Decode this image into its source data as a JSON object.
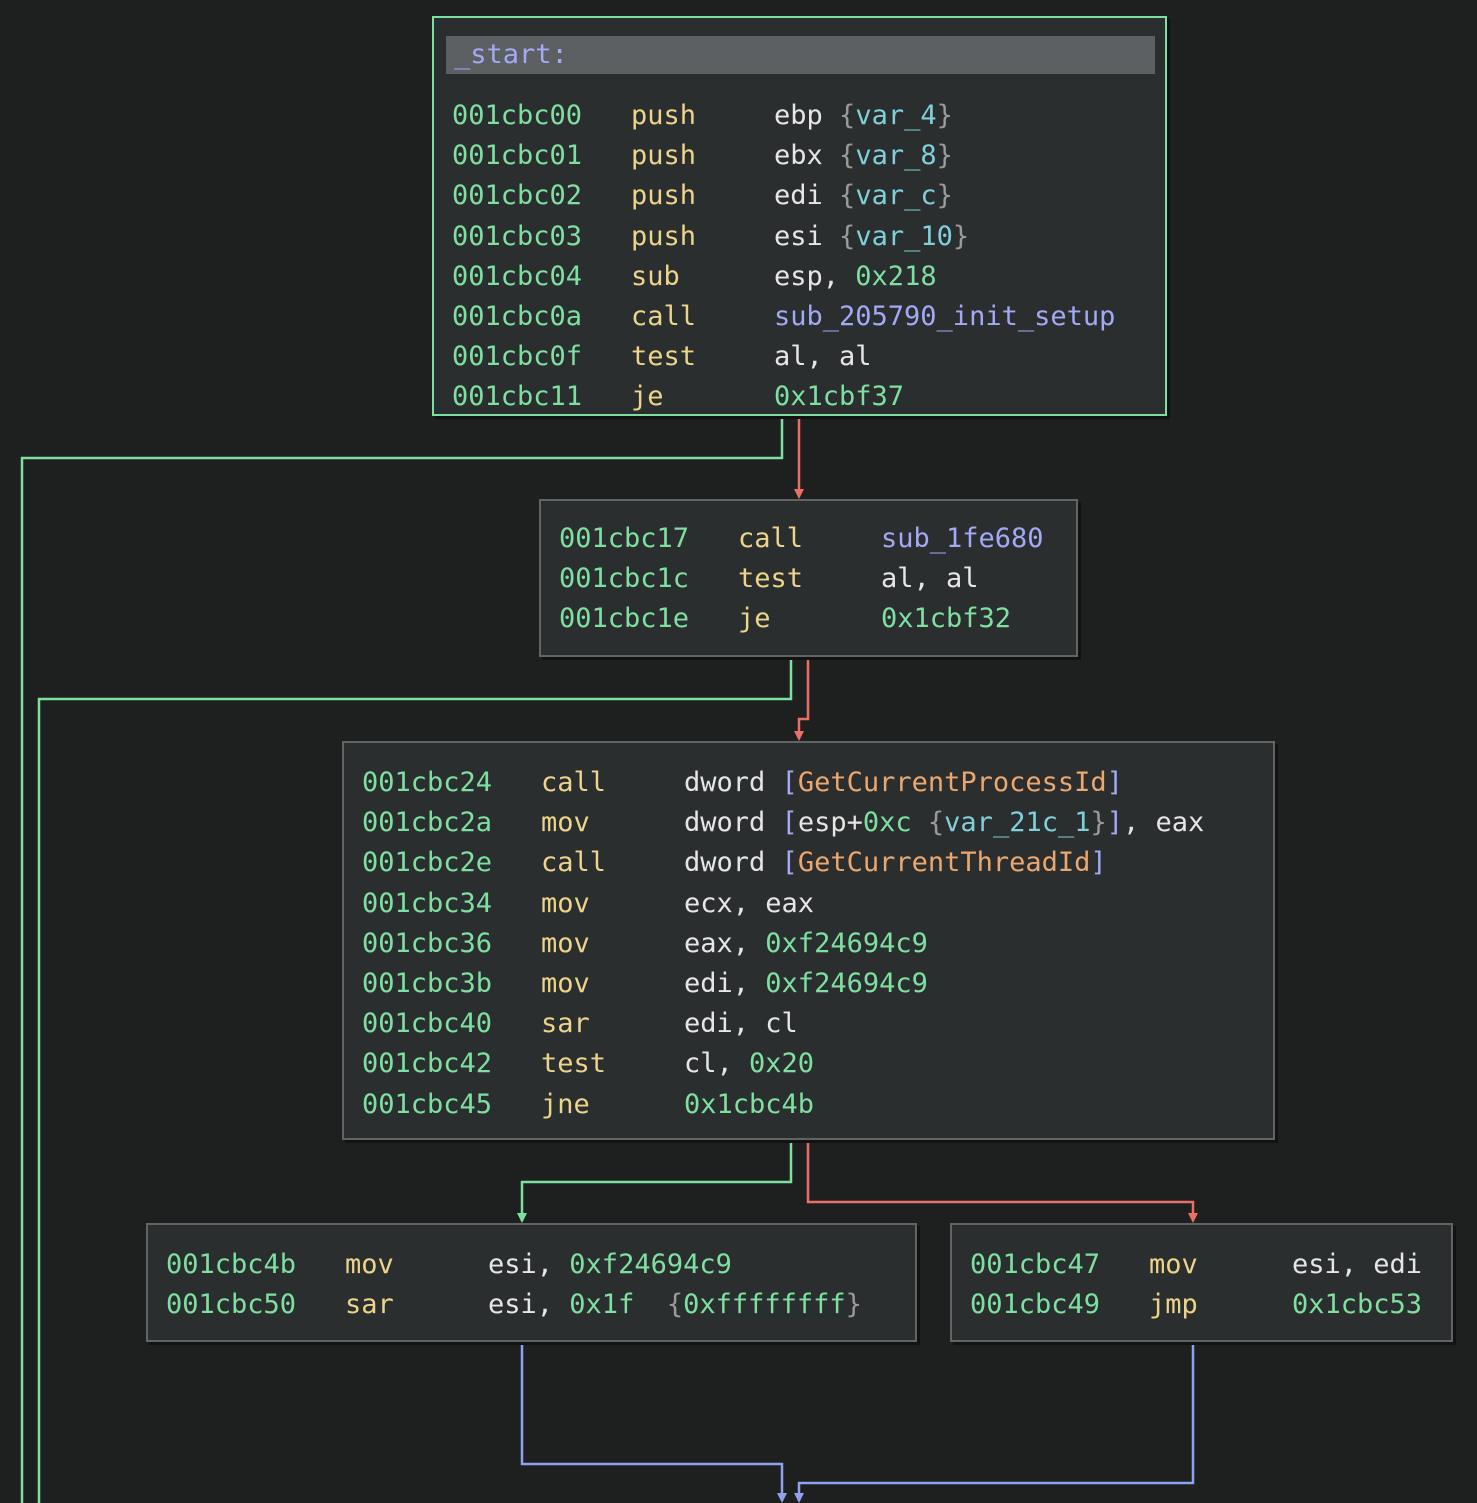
{
  "colors": {
    "background": "#1e1f1f",
    "block_fill": "#2b2e2f",
    "block_border": "#616465",
    "entry_border": "#7ee0a0",
    "address": "#7ee0a0",
    "mnemonic": "#ecd48a",
    "register": "#e6e6e6",
    "number": "#7ee0a0",
    "variable": "#7fd0d8",
    "symbol": "#a2a9f5",
    "import": "#eaa86e",
    "edge_true": "#7ee0a0",
    "edge_false": "#ea6f66",
    "edge_unconditional": "#8ea2f0"
  },
  "blocks": [
    {
      "id": "b0",
      "label": "_start:",
      "lines": [
        {
          "addr": "001cbc00",
          "mnemonic": "push",
          "tokens": [
            {
              "t": "reg",
              "v": "ebp"
            },
            {
              "t": "punc",
              "v": " "
            },
            {
              "t": "brace",
              "v": "{"
            },
            {
              "t": "var",
              "v": "var_4"
            },
            {
              "t": "brace",
              "v": "}"
            }
          ]
        },
        {
          "addr": "001cbc01",
          "mnemonic": "push",
          "tokens": [
            {
              "t": "reg",
              "v": "ebx"
            },
            {
              "t": "punc",
              "v": " "
            },
            {
              "t": "brace",
              "v": "{"
            },
            {
              "t": "var",
              "v": "var_8"
            },
            {
              "t": "brace",
              "v": "}"
            }
          ]
        },
        {
          "addr": "001cbc02",
          "mnemonic": "push",
          "tokens": [
            {
              "t": "reg",
              "v": "edi"
            },
            {
              "t": "punc",
              "v": " "
            },
            {
              "t": "brace",
              "v": "{"
            },
            {
              "t": "var",
              "v": "var_c"
            },
            {
              "t": "brace",
              "v": "}"
            }
          ]
        },
        {
          "addr": "001cbc03",
          "mnemonic": "push",
          "tokens": [
            {
              "t": "reg",
              "v": "esi"
            },
            {
              "t": "punc",
              "v": " "
            },
            {
              "t": "brace",
              "v": "{"
            },
            {
              "t": "var",
              "v": "var_10"
            },
            {
              "t": "brace",
              "v": "}"
            }
          ]
        },
        {
          "addr": "001cbc04",
          "mnemonic": "sub",
          "tokens": [
            {
              "t": "reg",
              "v": "esp"
            },
            {
              "t": "punc",
              "v": ", "
            },
            {
              "t": "num",
              "v": "0x218"
            }
          ]
        },
        {
          "addr": "001cbc0a",
          "mnemonic": "call",
          "tokens": [
            {
              "t": "sym",
              "v": "sub_205790_init_setup"
            }
          ]
        },
        {
          "addr": "001cbc0f",
          "mnemonic": "test",
          "tokens": [
            {
              "t": "reg",
              "v": "al"
            },
            {
              "t": "punc",
              "v": ", "
            },
            {
              "t": "reg",
              "v": "al"
            }
          ]
        },
        {
          "addr": "001cbc11",
          "mnemonic": "je",
          "tokens": [
            {
              "t": "num",
              "v": "0x1cbf37"
            }
          ]
        }
      ]
    },
    {
      "id": "b1",
      "label": "",
      "lines": [
        {
          "addr": "001cbc17",
          "mnemonic": "call",
          "tokens": [
            {
              "t": "sym",
              "v": "sub_1fe680"
            }
          ]
        },
        {
          "addr": "001cbc1c",
          "mnemonic": "test",
          "tokens": [
            {
              "t": "reg",
              "v": "al"
            },
            {
              "t": "punc",
              "v": ", "
            },
            {
              "t": "reg",
              "v": "al"
            }
          ]
        },
        {
          "addr": "001cbc1e",
          "mnemonic": "je",
          "tokens": [
            {
              "t": "num",
              "v": "0x1cbf32"
            }
          ]
        }
      ]
    },
    {
      "id": "b2",
      "label": "",
      "lines": [
        {
          "addr": "001cbc24",
          "mnemonic": "call",
          "tokens": [
            {
              "t": "mn",
              "v": "dword"
            },
            {
              "t": "punc",
              "v": " "
            },
            {
              "t": "brk",
              "v": "["
            },
            {
              "t": "imp",
              "v": "GetCurrentProcessId"
            },
            {
              "t": "brk",
              "v": "]"
            }
          ]
        },
        {
          "addr": "001cbc2a",
          "mnemonic": "mov",
          "tokens": [
            {
              "t": "mn",
              "v": "dword"
            },
            {
              "t": "punc",
              "v": " "
            },
            {
              "t": "brk",
              "v": "["
            },
            {
              "t": "reg",
              "v": "esp"
            },
            {
              "t": "punc",
              "v": "+"
            },
            {
              "t": "num",
              "v": "0xc"
            },
            {
              "t": "punc",
              "v": " "
            },
            {
              "t": "brace",
              "v": "{"
            },
            {
              "t": "var",
              "v": "var_21c_1"
            },
            {
              "t": "brace",
              "v": "}"
            },
            {
              "t": "brk",
              "v": "]"
            },
            {
              "t": "punc",
              "v": ", "
            },
            {
              "t": "reg",
              "v": "eax"
            }
          ]
        },
        {
          "addr": "001cbc2e",
          "mnemonic": "call",
          "tokens": [
            {
              "t": "mn",
              "v": "dword"
            },
            {
              "t": "punc",
              "v": " "
            },
            {
              "t": "brk",
              "v": "["
            },
            {
              "t": "imp",
              "v": "GetCurrentThreadId"
            },
            {
              "t": "brk",
              "v": "]"
            }
          ]
        },
        {
          "addr": "001cbc34",
          "mnemonic": "mov",
          "tokens": [
            {
              "t": "reg",
              "v": "ecx"
            },
            {
              "t": "punc",
              "v": ", "
            },
            {
              "t": "reg",
              "v": "eax"
            }
          ]
        },
        {
          "addr": "001cbc36",
          "mnemonic": "mov",
          "tokens": [
            {
              "t": "reg",
              "v": "eax"
            },
            {
              "t": "punc",
              "v": ", "
            },
            {
              "t": "num",
              "v": "0xf24694c9"
            }
          ]
        },
        {
          "addr": "001cbc3b",
          "mnemonic": "mov",
          "tokens": [
            {
              "t": "reg",
              "v": "edi"
            },
            {
              "t": "punc",
              "v": ", "
            },
            {
              "t": "num",
              "v": "0xf24694c9"
            }
          ]
        },
        {
          "addr": "001cbc40",
          "mnemonic": "sar",
          "tokens": [
            {
              "t": "reg",
              "v": "edi"
            },
            {
              "t": "punc",
              "v": ", "
            },
            {
              "t": "reg",
              "v": "cl"
            }
          ]
        },
        {
          "addr": "001cbc42",
          "mnemonic": "test",
          "tokens": [
            {
              "t": "reg",
              "v": "cl"
            },
            {
              "t": "punc",
              "v": ", "
            },
            {
              "t": "num",
              "v": "0x20"
            }
          ]
        },
        {
          "addr": "001cbc45",
          "mnemonic": "jne",
          "tokens": [
            {
              "t": "num",
              "v": "0x1cbc4b"
            }
          ]
        }
      ]
    },
    {
      "id": "b3",
      "label": "",
      "lines": [
        {
          "addr": "001cbc4b",
          "mnemonic": "mov",
          "tokens": [
            {
              "t": "reg",
              "v": "esi"
            },
            {
              "t": "punc",
              "v": ", "
            },
            {
              "t": "num",
              "v": "0xf24694c9"
            }
          ]
        },
        {
          "addr": "001cbc50",
          "mnemonic": "sar",
          "tokens": [
            {
              "t": "reg",
              "v": "esi"
            },
            {
              "t": "punc",
              "v": ", "
            },
            {
              "t": "num",
              "v": "0x1f"
            },
            {
              "t": "punc",
              "v": "  "
            },
            {
              "t": "brace",
              "v": "{"
            },
            {
              "t": "num",
              "v": "0xffffffff"
            },
            {
              "t": "brace",
              "v": "}"
            }
          ]
        }
      ]
    },
    {
      "id": "b4",
      "label": "",
      "lines": [
        {
          "addr": "001cbc47",
          "mnemonic": "mov",
          "tokens": [
            {
              "t": "reg",
              "v": "esi"
            },
            {
              "t": "punc",
              "v": ", "
            },
            {
              "t": "reg",
              "v": "edi"
            }
          ]
        },
        {
          "addr": "001cbc49",
          "mnemonic": "jmp",
          "tokens": [
            {
              "t": "num",
              "v": "0x1cbc53"
            }
          ]
        }
      ]
    }
  ]
}
